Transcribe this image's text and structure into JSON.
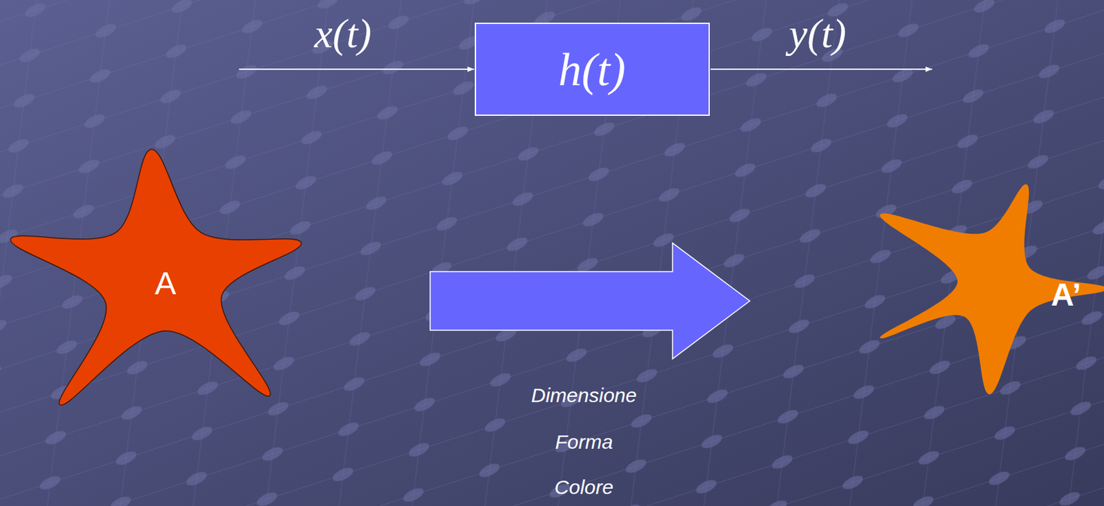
{
  "diagram": {
    "nodes": [
      {
        "text": [
          "h(t)"
        ]
      },
      {
        "text": [
          "A"
        ]
      },
      {
        "text": [
          "A’"
        ]
      }
    ],
    "edges": [
      {
        "from": 1,
        "to": 2,
        "arrow": "to"
      }
    ],
    "labels": [
      "x(t)",
      "y(t)",
      "Dimensione",
      "Forma",
      "Colore"
    ]
  }
}
